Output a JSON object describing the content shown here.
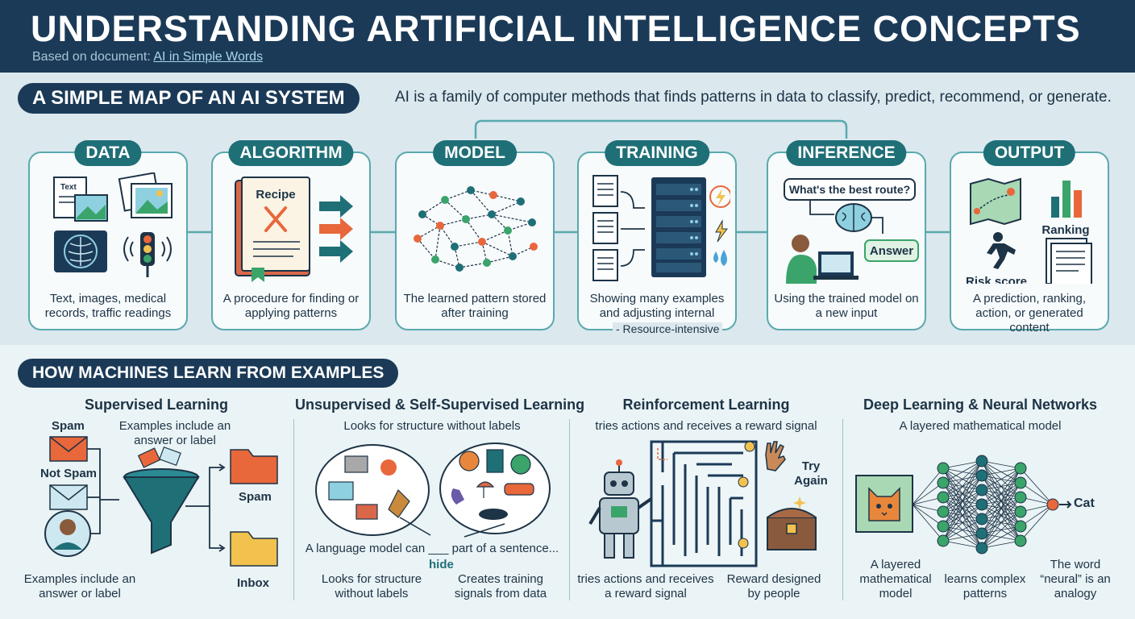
{
  "header": {
    "title": "UNDERSTANDING ARTIFICIAL INTELLIGENCE CONCEPTS",
    "source_prefix": "Based on document: ",
    "source_link": "AI in Simple Words"
  },
  "section1": {
    "title": "A SIMPLE MAP OF AN AI SYSTEM",
    "intro": "AI is a family of computer methods that finds patterns in data to classify, predict, recommend, or generate.",
    "stages": [
      {
        "title": "DATA",
        "desc": "Text, images, medical records, traffic readings",
        "icon_label": "Text"
      },
      {
        "title": "ALGORITHM",
        "desc": "A procedure for finding or applying patterns",
        "icon_label": "Recipe"
      },
      {
        "title": "MODEL",
        "desc": "The learned pattern stored after training"
      },
      {
        "title": "TRAINING",
        "desc": "Showing many examples and adjusting internal parameters",
        "note": "- Resource-intensive"
      },
      {
        "title": "INFERENCE",
        "desc": "Using the trained model on a new input",
        "question": "What's the best route?",
        "answer": "Answer"
      },
      {
        "title": "OUTPUT",
        "desc": "A prediction, ranking, action, or generated content",
        "ranking": "Ranking",
        "risk": "Risk score"
      }
    ]
  },
  "section2": {
    "title": "HOW MACHINES LEARN FROM EXAMPLES",
    "supervised": {
      "title": "Supervised Learning",
      "note": "Examples include an answer or label",
      "spam": "Spam",
      "not_spam": "Not Spam",
      "out_spam": "Spam",
      "out_inbox": "Inbox",
      "bottom": "Examples include an answer or label"
    },
    "unsupervised": {
      "title": "Unsupervised & Self-Supervised Learning",
      "subtitle": "Looks for structure without labels",
      "sentence": "A language model can ___ part of a sentence...",
      "hide": "hide",
      "left": "Looks for structure without labels",
      "right": "Creates training signals from data"
    },
    "reinforcement": {
      "title": "Reinforcement Learning",
      "subtitle": "tries actions and receives a reward signal",
      "try_again": "Try Again",
      "left": "tries actions and receives a reward signal",
      "right": "Reward designed by people"
    },
    "deep": {
      "title": "Deep Learning & Neural Networks",
      "subtitle": "A layered mathematical model",
      "output": "Cat",
      "l1": "A layered mathematical model",
      "l2": "learns complex patterns",
      "l3": "The word “neural” is an analogy"
    }
  },
  "colors": {
    "navy": "#1b3a57",
    "teal": "#1f6f77",
    "teal_border": "#5aa9ad",
    "orange": "#e8673b",
    "green": "#3aa46a"
  }
}
